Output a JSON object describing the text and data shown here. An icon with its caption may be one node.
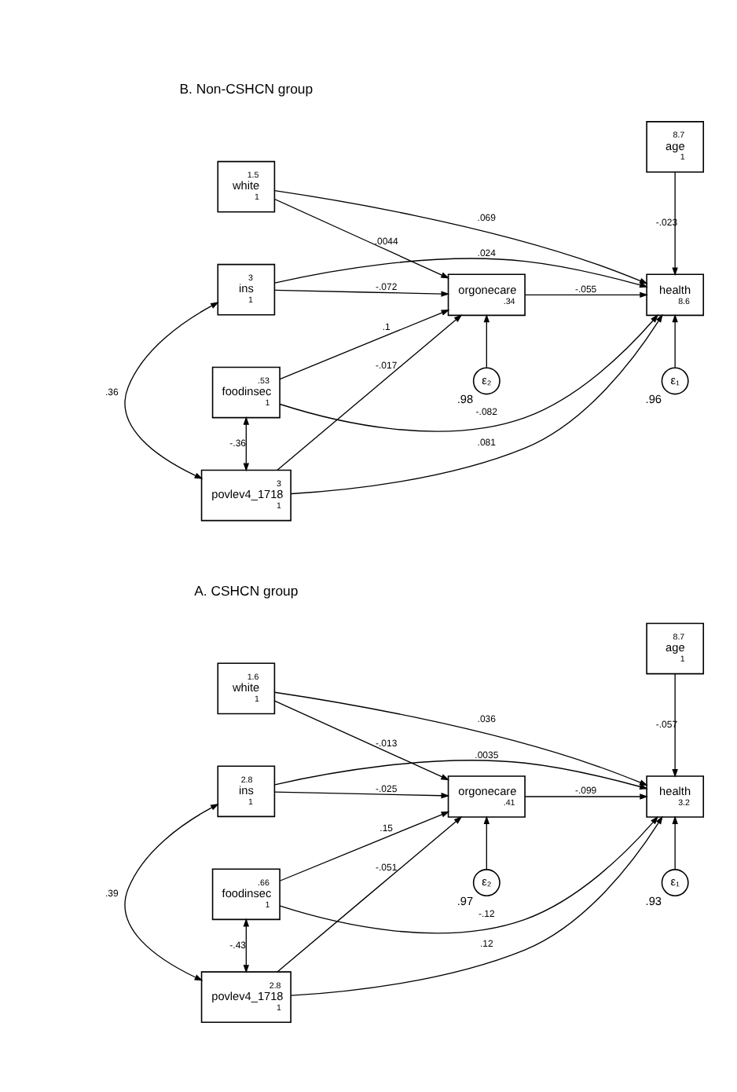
{
  "diagram": {
    "nodes": [
      {
        "text": [
          "1.6",
          "white",
          "1"
        ]
      },
      {
        "text": [
          "2.8",
          "ins",
          "1"
        ]
      },
      {
        "text": [
          ".66",
          "foodinsec",
          "1"
        ]
      },
      {
        "text": [
          "2.8",
          "povlev4_1718",
          "1"
        ]
      },
      {
        "text": [
          "8.7",
          "age",
          "1"
        ]
      },
      {
        "text": [
          "health",
          "3.2"
        ]
      },
      {
        "text": [
          "ε₁"
        ],
        "beside": [
          ".93"
        ]
      },
      {
        "text": [
          "orgonecare",
          ".41"
        ]
      },
      {
        "text": [
          "ε₂"
        ],
        "beside": [
          ".97"
        ]
      },
      {
        "text": [
          "1.5",
          "white",
          "1"
        ]
      },
      {
        "text": [
          "3",
          "ins",
          "1"
        ]
      },
      {
        "text": [
          ".53",
          "foodinsec",
          "1"
        ]
      },
      {
        "text": [
          "3",
          "povlev4_1718",
          "1"
        ]
      },
      {
        "text": [
          "8.7",
          "age",
          "1"
        ]
      },
      {
        "text": [
          "health",
          "8.6"
        ]
      },
      {
        "text": [
          "ε₁"
        ],
        "beside": [
          ".96"
        ]
      },
      {
        "text": [
          "orgonecare",
          ".34"
        ]
      },
      {
        "text": [
          "ε₂"
        ],
        "beside": [
          ".98"
        ]
      }
    ],
    "edges": [
      {
        "from": 0,
        "to": 5,
        "arrow": "to",
        "label": ".036"
      },
      {
        "from": 1,
        "to": 5,
        "arrow": "to",
        "label": ".0035"
      },
      {
        "from": 0,
        "to": 7,
        "arrow": "to",
        "label": "-.013"
      },
      {
        "from": 1,
        "to": 7,
        "arrow": "to",
        "label": "-.025"
      },
      {
        "from": 2,
        "to": 5,
        "arrow": "to",
        "label": "-.12"
      },
      {
        "from": 3,
        "to": 5,
        "arrow": "to",
        "label": ".12"
      },
      {
        "from": 2,
        "to": 7,
        "arrow": "to",
        "label": ".15"
      },
      {
        "from": 3,
        "to": 7,
        "arrow": "to",
        "label": "-.051"
      },
      {
        "from": 7,
        "to": 5,
        "arrow": "to",
        "label": "-.099"
      },
      {
        "from": 4,
        "to": 5,
        "arrow": "to",
        "label": "-.057"
      },
      {
        "from": 6,
        "to": 5,
        "arrow": "to"
      },
      {
        "from": 8,
        "to": 7,
        "arrow": "to"
      },
      {
        "from": 1,
        "to": 3,
        "arrow": "both",
        "label": ".39"
      },
      {
        "from": 2,
        "to": 3,
        "arrow": "both",
        "label": "-.43"
      },
      {
        "from": 9,
        "to": 14,
        "arrow": "to",
        "label": ".069"
      },
      {
        "from": 10,
        "to": 14,
        "arrow": "to",
        "label": ".024"
      },
      {
        "from": 9,
        "to": 16,
        "arrow": "to",
        "label": ".0044"
      },
      {
        "from": 10,
        "to": 16,
        "arrow": "to",
        "label": "-.072"
      },
      {
        "from": 11,
        "to": 14,
        "arrow": "to",
        "label": "-.082"
      },
      {
        "from": 12,
        "to": 14,
        "arrow": "to",
        "label": ".081"
      },
      {
        "from": 11,
        "to": 16,
        "arrow": "to",
        "label": ".1"
      },
      {
        "from": 12,
        "to": 16,
        "arrow": "to",
        "label": "-.017"
      },
      {
        "from": 16,
        "to": 14,
        "arrow": "to",
        "label": "-.055"
      },
      {
        "from": 13,
        "to": 14,
        "arrow": "to",
        "label": "-.023"
      },
      {
        "from": 15,
        "to": 14,
        "arrow": "to"
      },
      {
        "from": 17,
        "to": 16,
        "arrow": "to"
      },
      {
        "from": 10,
        "to": 12,
        "arrow": "both",
        "label": ".36"
      },
      {
        "from": 11,
        "to": 12,
        "arrow": "both",
        "label": "-.36"
      }
    ],
    "labels": [
      "A. CSHCN group",
      "B. Non-CSHCN group"
    ]
  }
}
